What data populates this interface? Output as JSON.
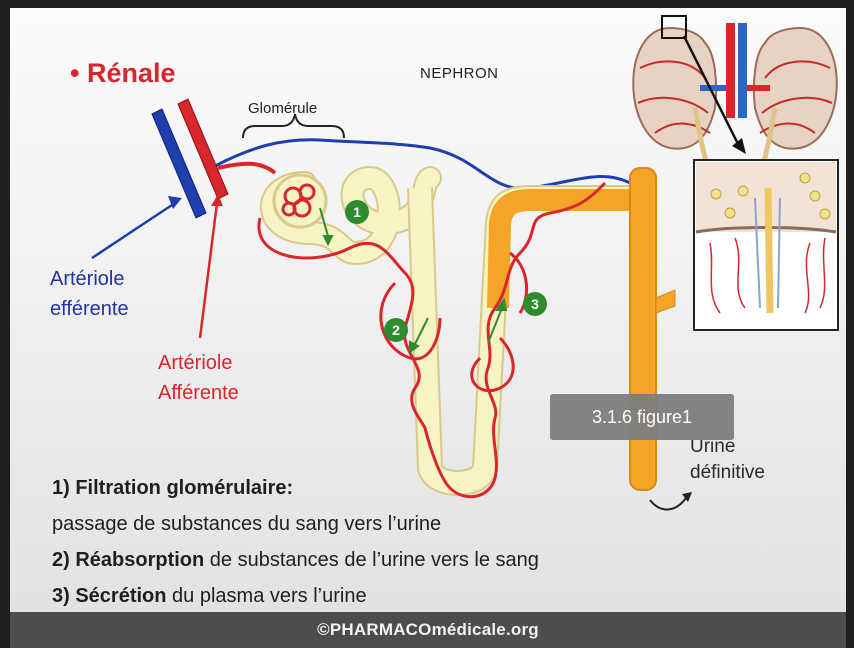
{
  "slide": {
    "heading": "• Rénale",
    "nephron_title": "NEPHRON",
    "glomerule_label": "Glomérule",
    "arteriole_efferente": [
      "Artériole",
      "efférente"
    ],
    "arteriole_afferente": [
      "Artériole",
      "Afférente"
    ],
    "urine_label": [
      "Urine",
      "définitive"
    ],
    "markers": [
      "1",
      "2",
      "3"
    ],
    "tooltip": "3.1.6 figure1",
    "notes": [
      {
        "bold": "1) Filtration glomérulaire:",
        "rest": ""
      },
      {
        "bold": "",
        "rest": "passage de substances du sang vers l’urine"
      },
      {
        "bold": "2) Réabsorption",
        "rest": " de substances de l’urine vers le sang"
      },
      {
        "bold": "3) Sécrétion",
        "rest": " du plasma vers l’urine"
      }
    ],
    "footer": "©PHARMACOmédicale.org"
  },
  "colors": {
    "artery_red": "#d9262c",
    "vein_blue": "#1f3fae",
    "tubule_pale": "#f6f3c4",
    "collecting_orange": "#f4a427",
    "marker_green": "#2e8b2e"
  }
}
